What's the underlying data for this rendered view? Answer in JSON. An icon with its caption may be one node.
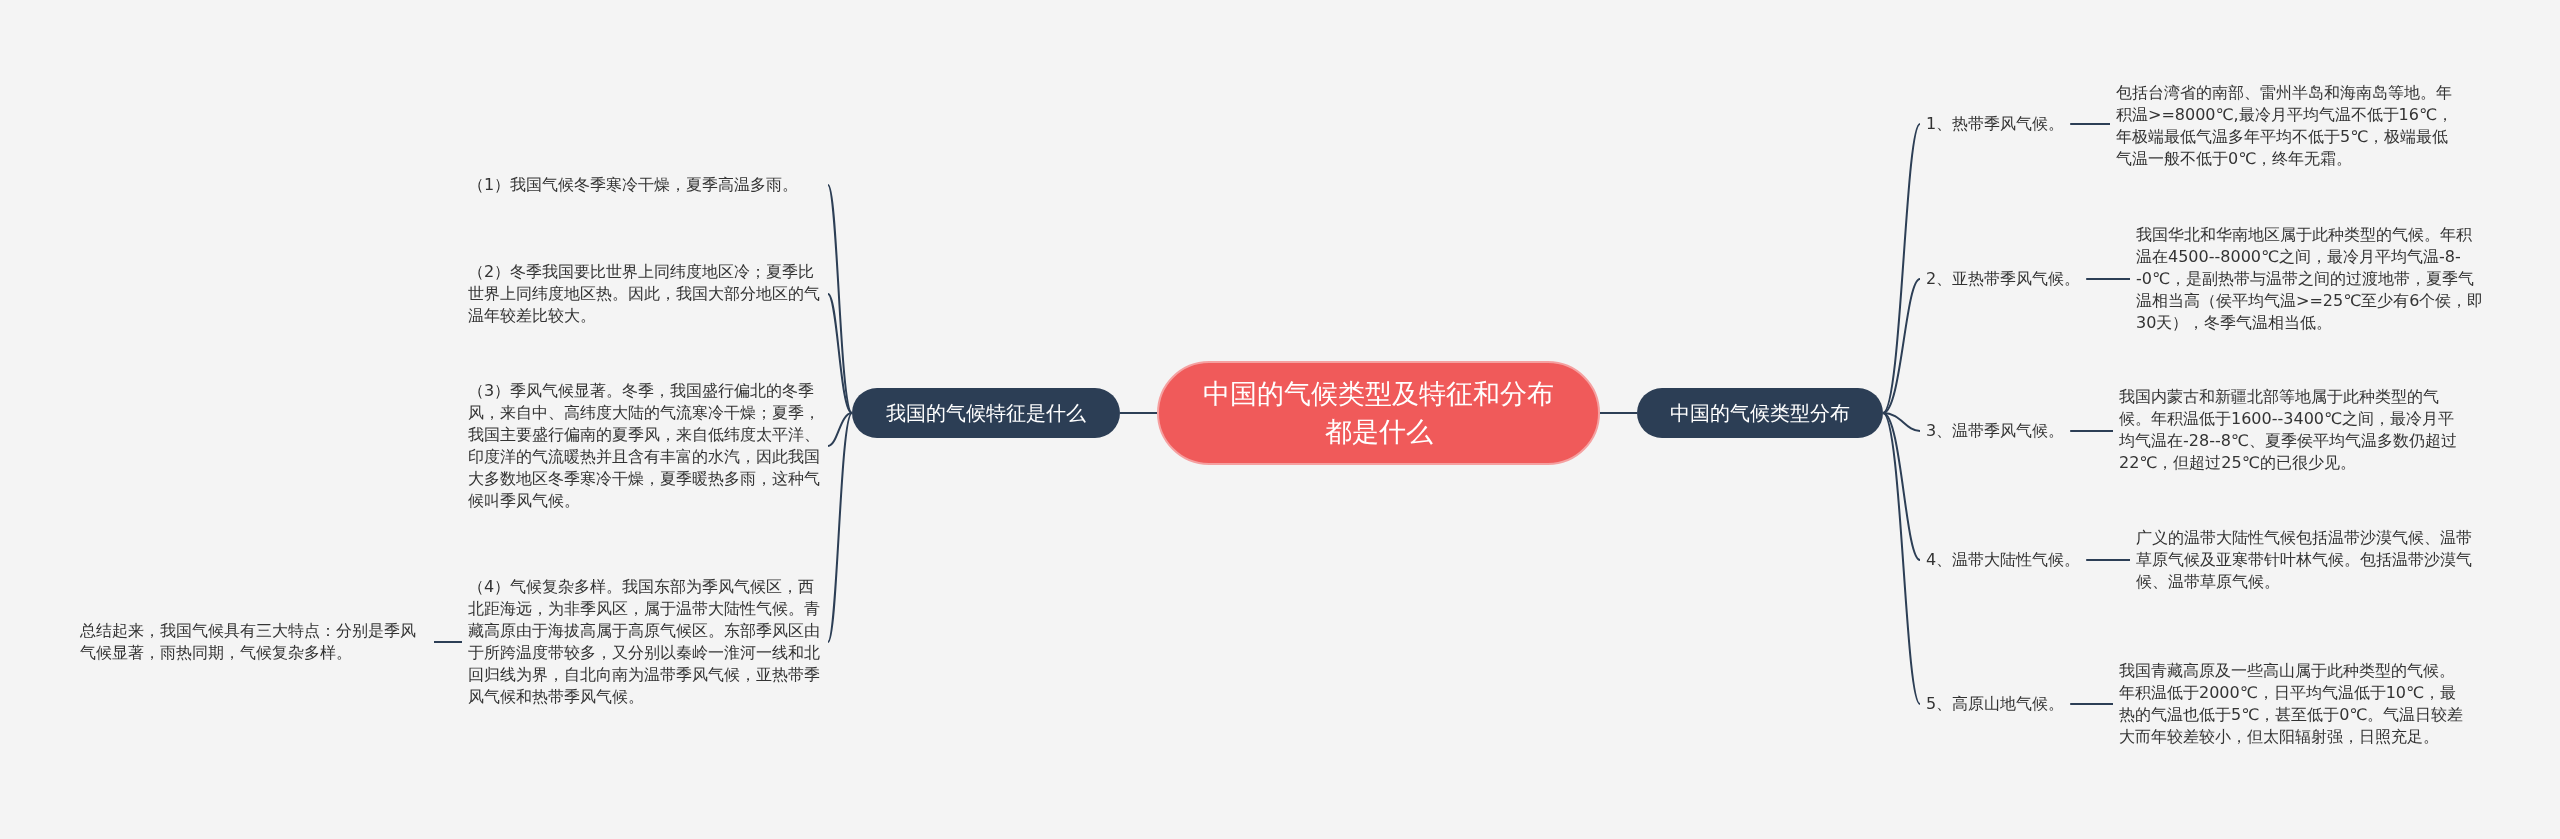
{
  "diagram": {
    "nodes": [
      {
        "text": [
          "中国的气候类型及特征和分布都是什么"
        ]
      },
      {
        "text": [
          "我国的气候特征是什么"
        ]
      },
      {
        "text": [
          "中国的气候类型分布"
        ]
      },
      {
        "text": [
          "（1）我国气候冬季寒冷干燥，夏季高温多雨。"
        ]
      },
      {
        "text": [
          "（2）冬季我国要比世界上同纬度地区冷；夏季比世界上同纬度地区热。因此，我国大部分地区的气温年较差比较大。"
        ]
      },
      {
        "text": [
          "（3）季风气候显著。冬季，我国盛行偏北的冬季风，来自中、高纬度大陆的气流寒冷干燥；夏季，我国主要盛行偏南的夏季风，来自低纬度太平洋、印度洋的气流暖热并且含有丰富的水汽，因此我国大多数地区冬季寒冷干燥，夏季暖热多雨，这种气候叫季风气候。"
        ]
      },
      {
        "text": [
          "（4）气候复杂多样。我国东部为季风气候区，西北距海远，为非季风区，属于温带大陆性气候。青藏高原由于海拔高属于高原气候区。东部季风区由于所跨温度带较多，又分别以秦岭一淮河一线和北回归线为界，自北向南为温带季风气候，亚热带季风气候和热带季风气候。"
        ]
      },
      {
        "text": [
          "总结起来，我国气候具有三大特点：分别是季风气候显著，雨热同期，气候复杂多样。"
        ]
      },
      {
        "text": [
          "1、热带季风气候。"
        ]
      },
      {
        "text": [
          "包括台湾省的南部、雷州半岛和海南岛等地。年积温>=8000℃,最冷月平均气温不低于16℃，年极端最低气温多年平均不低于5℃，极端最低气温一般不低于0℃，终年无霜。"
        ]
      },
      {
        "text": [
          "2、亚热带季风气候。"
        ]
      },
      {
        "text": [
          "我国华北和华南地区属于此种类型的气候。年积温在4500--8000℃之间，最冷月平均气温-8--0℃，是副热带与温带之间的过渡地带，夏季气温相当高（侯平均气温>=25℃至少有6个侯，即30天），冬季气温相当低。"
        ]
      },
      {
        "text": [
          "3、温带季风气候。"
        ]
      },
      {
        "text": [
          "我国内蒙古和新疆北部等地属于此种类型的气候。年积温低于1600--3400℃之间，最冷月平均气温在-28--8℃、夏季侯平均气温多数仍超过22℃，但超过25℃的已很少见。"
        ]
      },
      {
        "text": [
          "4、温带大陆性气候。"
        ]
      },
      {
        "text": [
          "广义的温带大陆性气候包括温带沙漠气候、温带草原气候及亚寒带针叶林气候。包括温带沙漠气候、温带草原气候。"
        ]
      },
      {
        "text": [
          "5、高原山地气候。"
        ]
      },
      {
        "text": [
          "我国青藏高原及一些高山属于此种类型的气候。年积温低于2000℃，日平均气温低于10℃，最热的气温也低于5℃，甚至低于0℃。气温日较差大而年较差较小，但太阳辐射强，日照充足。"
        ]
      }
    ],
    "edges": [
      {
        "from": 0,
        "to": 1,
        "arrow": "none"
      },
      {
        "from": 0,
        "to": 2,
        "arrow": "none"
      },
      {
        "from": 1,
        "to": 3,
        "arrow": "none"
      },
      {
        "from": 1,
        "to": 4,
        "arrow": "none"
      },
      {
        "from": 1,
        "to": 5,
        "arrow": "none"
      },
      {
        "from": 1,
        "to": 6,
        "arrow": "none"
      },
      {
        "from": 6,
        "to": 7,
        "arrow": "none"
      },
      {
        "from": 2,
        "to": 8,
        "arrow": "none"
      },
      {
        "from": 2,
        "to": 10,
        "arrow": "none"
      },
      {
        "from": 2,
        "to": 12,
        "arrow": "none"
      },
      {
        "from": 2,
        "to": 14,
        "arrow": "none"
      },
      {
        "from": 2,
        "to": 16,
        "arrow": "none"
      },
      {
        "from": 8,
        "to": 9,
        "arrow": "none"
      },
      {
        "from": 10,
        "to": 11,
        "arrow": "none"
      },
      {
        "from": 12,
        "to": 13,
        "arrow": "none"
      },
      {
        "from": 14,
        "to": 15,
        "arrow": "none"
      },
      {
        "from": 16,
        "to": 17,
        "arrow": "none"
      }
    ]
  }
}
